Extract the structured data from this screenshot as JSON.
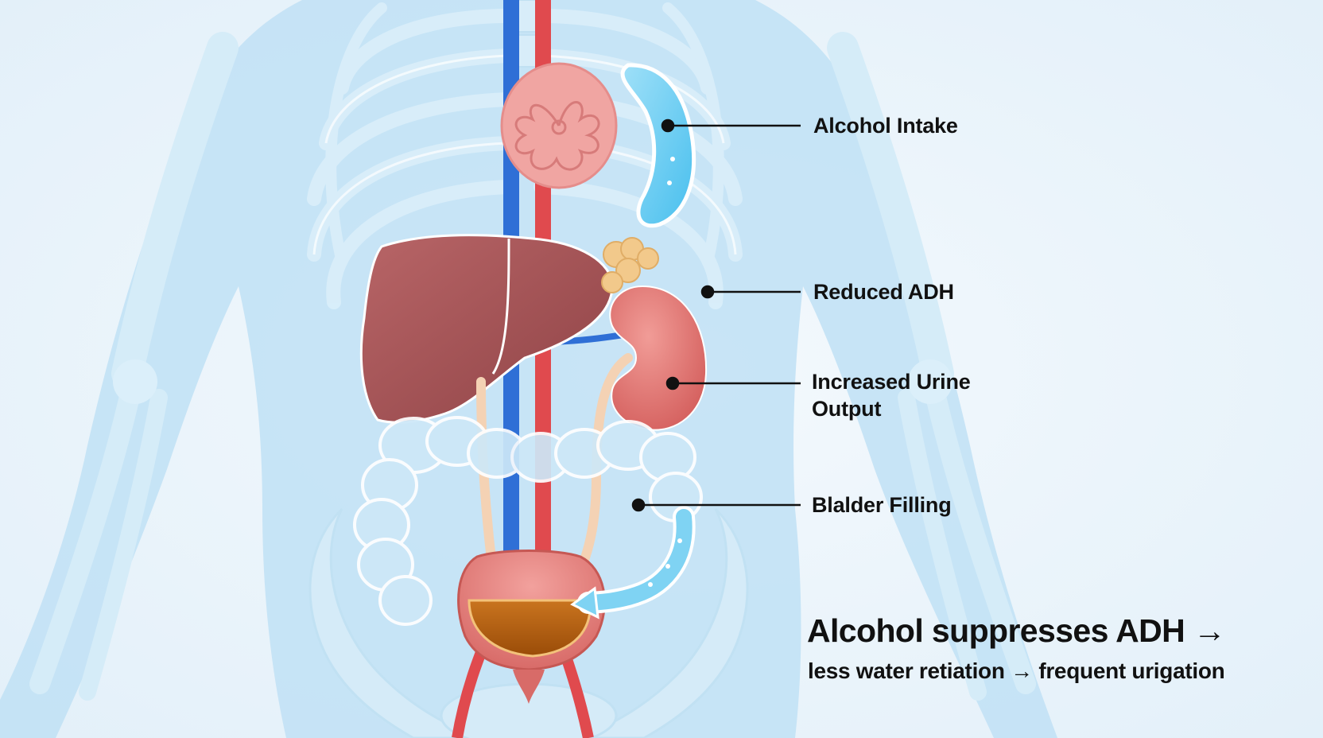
{
  "labels": {
    "alcohol_intake": "Alcohol Intake",
    "reduced_adh": "Reduced ADH",
    "increased_urine_line1": "Increased Urine",
    "increased_urine_line2": "Output",
    "bladder_filling": "Blalder Filling"
  },
  "caption": {
    "main": "Alcohol suppresses ADH →",
    "sub": "less water retiation → frequent urigation"
  },
  "colors": {
    "background": "#eaf4fb",
    "skeleton": "#c7e3f3",
    "body_silhouette": "#b5dcf2",
    "liver": "#a9585a",
    "kidney": "#e27d7a",
    "vein": "#2f6fd6",
    "artery": "#e04a4e",
    "bladder": "#e98a86",
    "urine": "#b9610f",
    "stomach_pouch": "#5cc8ef",
    "label_text": "#111111"
  }
}
